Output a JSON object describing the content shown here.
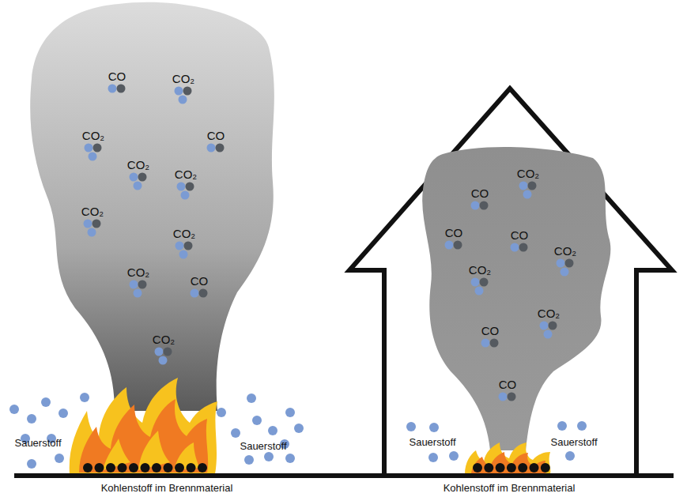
{
  "diagram": {
    "labels": [
      "CO",
      "CO₂",
      "CO₂",
      "CO",
      "CO₂",
      "CO₂",
      "CO₂",
      "CO₂",
      "CO₂",
      "CO",
      "CO₂",
      "Sauerstoff",
      "Sauerstoff",
      "Kohlenstoff im Brennmaterial",
      "CO₂",
      "CO",
      "CO",
      "CO",
      "CO₂",
      "CO₂",
      "CO₂",
      "CO",
      "CO",
      "Sauerstoff",
      "Sauerstoff",
      "Kohlenstoff im Brennmaterial"
    ]
  }
}
